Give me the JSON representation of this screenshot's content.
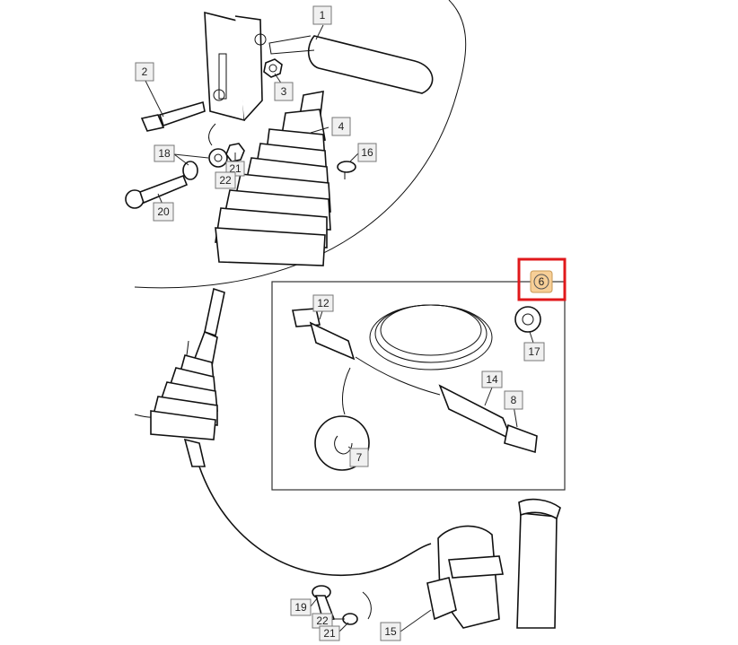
{
  "diagram": {
    "highlight_color": "#e0181b",
    "badge_fill": "#f7cf97",
    "labels": [
      {
        "id": "p1",
        "text": "1"
      },
      {
        "id": "p2",
        "text": "2"
      },
      {
        "id": "p3",
        "text": "3"
      },
      {
        "id": "p4",
        "text": "4"
      },
      {
        "id": "p16",
        "text": "16"
      },
      {
        "id": "p18",
        "text": "18"
      },
      {
        "id": "p21a",
        "text": "21"
      },
      {
        "id": "p22a",
        "text": "22"
      },
      {
        "id": "p20",
        "text": "20"
      },
      {
        "id": "p6",
        "text": "6"
      },
      {
        "id": "p12",
        "text": "12"
      },
      {
        "id": "p17",
        "text": "17"
      },
      {
        "id": "p14",
        "text": "14"
      },
      {
        "id": "p8",
        "text": "8"
      },
      {
        "id": "p7",
        "text": "7"
      },
      {
        "id": "p19",
        "text": "19"
      },
      {
        "id": "p22b",
        "text": "22"
      },
      {
        "id": "p21b",
        "text": "21"
      },
      {
        "id": "p15",
        "text": "15"
      }
    ]
  }
}
